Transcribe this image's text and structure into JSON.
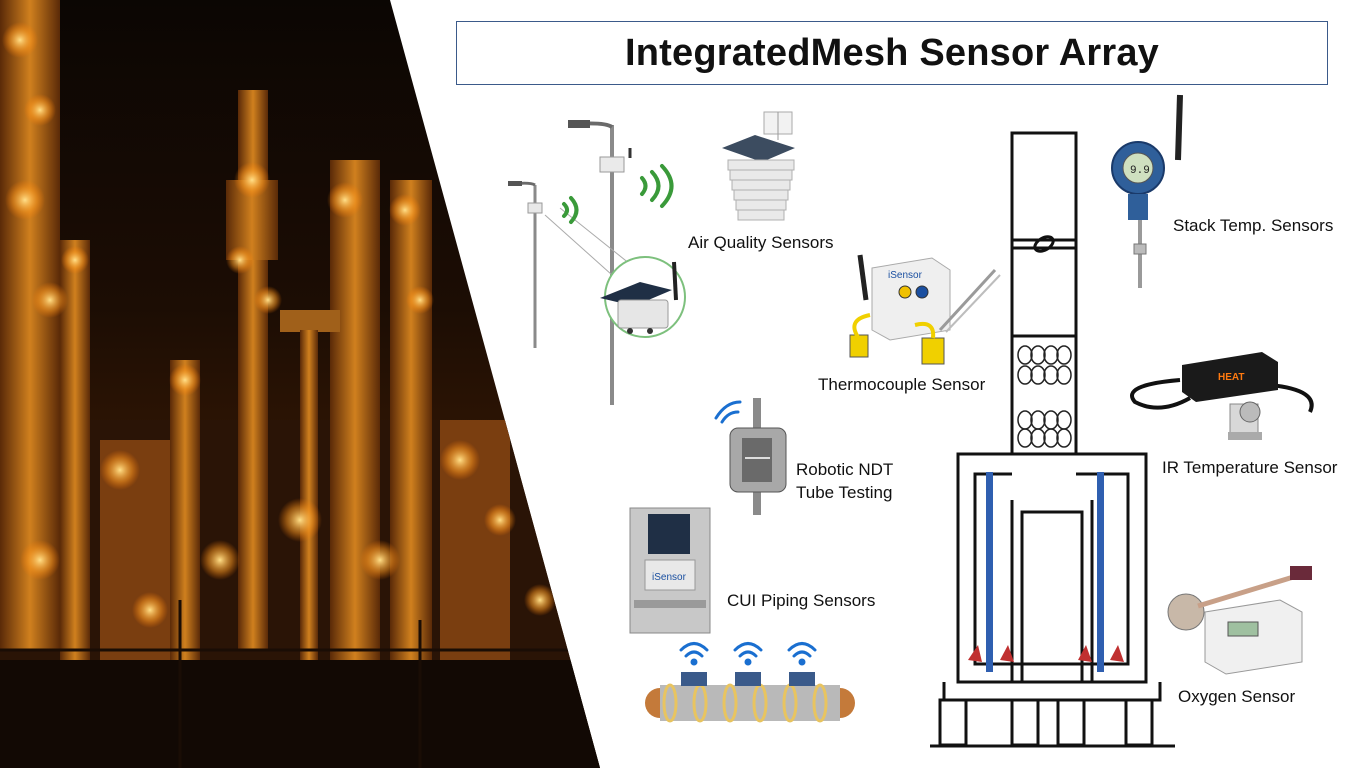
{
  "title": "IntegratedMesh Sensor Array",
  "sensors": [
    {
      "id": "air-quality",
      "label": "Air Quality Sensors",
      "icon": "air-quality-sensor-icon"
    },
    {
      "id": "thermocouple",
      "label": "Thermocouple Sensor",
      "icon": "thermocouple-sensor-icon"
    },
    {
      "id": "robotic-ndt-line1",
      "label": "Robotic NDT",
      "icon": "robotic-ndt-icon"
    },
    {
      "id": "robotic-ndt-line2",
      "label": "Tube Testing"
    },
    {
      "id": "cui-piping",
      "label": "CUI Piping Sensors",
      "icon": "cui-piping-sensor-icon"
    },
    {
      "id": "stack-temp",
      "label": "Stack Temp. Sensors",
      "icon": "stack-temp-sensor-icon"
    },
    {
      "id": "ir-temp",
      "label": "IR Temperature Sensor",
      "icon": "ir-temperature-sensor-icon"
    },
    {
      "id": "oxygen",
      "label": "Oxygen Sensor",
      "icon": "oxygen-sensor-icon"
    }
  ],
  "device_brand": "iSensor",
  "ir_brand": "HEAT",
  "display_value": "9.9",
  "colors": {
    "accent_green": "#3a9a3a",
    "wifi_blue": "#1a6fd0",
    "tube_blue": "#2f5fb0",
    "refinery_glow": "#ffb030"
  }
}
